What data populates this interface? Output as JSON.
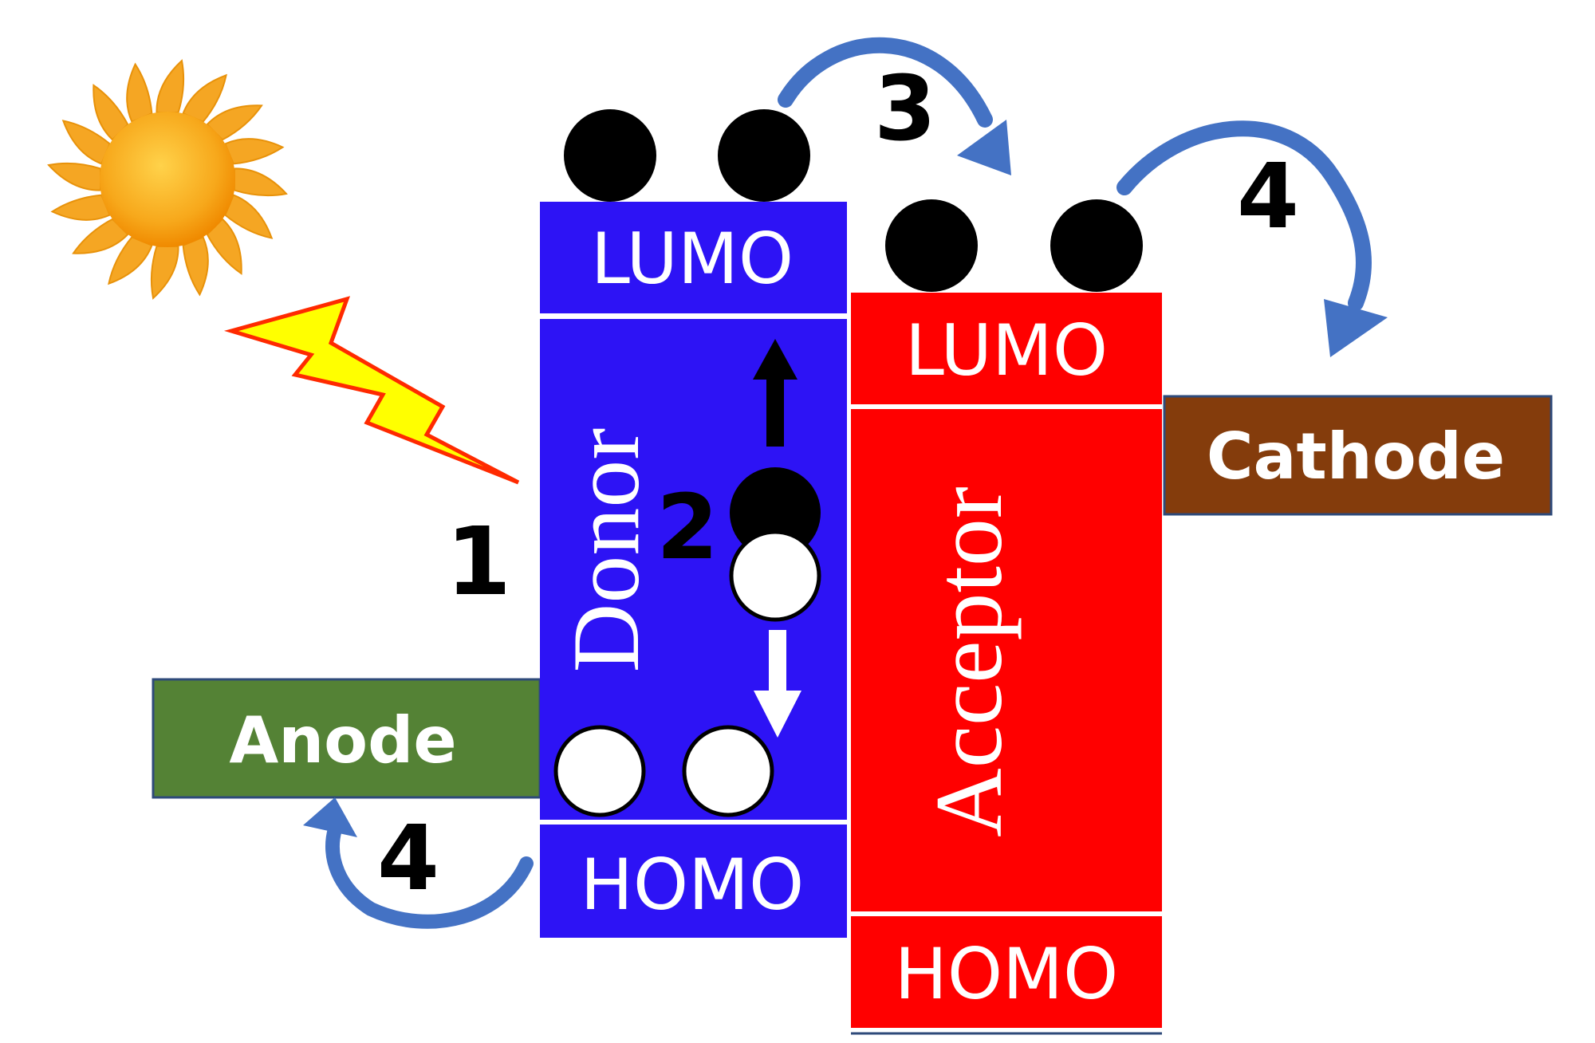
{
  "colors": {
    "donor": "#2D13F5",
    "acceptor": "#FF0000",
    "anode": "#548235",
    "cathode": "#843C0C",
    "arrow_blue": "#4472C4",
    "sun_core": "#F7A81B",
    "sun_rays": "#F5A623",
    "bolt_fill": "#FFFF00",
    "bolt_stroke": "#FF2A00",
    "electron": "#000000",
    "hole": "#ffffff"
  },
  "icons": {
    "sun": "sun-icon",
    "light": "lightning-bolt-icon"
  },
  "labels": {
    "donor_lumo": "LUMO",
    "donor_homo": "HOMO",
    "donor": "Donor",
    "acceptor_lumo": "LUMO",
    "acceptor_homo": "HOMO",
    "acceptor": "Acceptor",
    "anode": "Anode",
    "cathode": "Cathode"
  },
  "steps": {
    "step1": "1",
    "step2": "2",
    "step3": "3",
    "step4_cathode": "4",
    "step4_anode": "4"
  }
}
